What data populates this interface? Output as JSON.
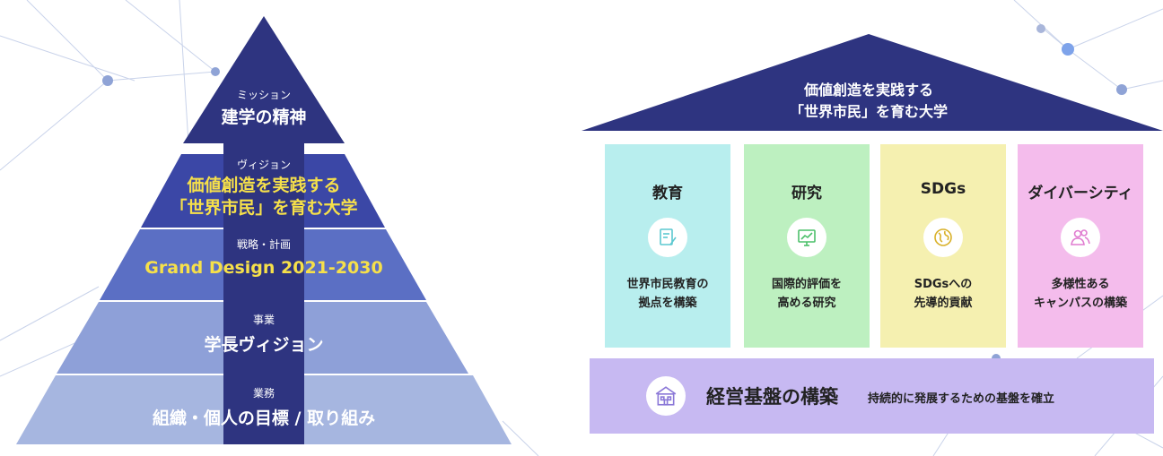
{
  "pyramid": {
    "mission": {
      "label": "ミッション",
      "title": "建学の精神"
    },
    "vision": {
      "label": "ヴィジョン",
      "line1": "価値創造を実践する",
      "line2": "「世界市民」を育む大学"
    },
    "strategy": {
      "label": "戦略・計画",
      "title": "Grand Design 2021-2030"
    },
    "business": {
      "label": "事業",
      "title": "学長ヴィジョン"
    },
    "work": {
      "label": "業務",
      "title": "組織・個人の目標 / 取り組み"
    }
  },
  "house": {
    "roof_line1": "価値創造を実践する",
    "roof_line2": "「世界市民」を育む大学",
    "pillars": [
      {
        "title": "教育",
        "icon": "notebook-pen-icon",
        "line1": "世界市民教育の",
        "line2": "拠点を構築",
        "color": "#b8eeee"
      },
      {
        "title": "研究",
        "icon": "chart-monitor-icon",
        "line1": "国際的評価を",
        "line2": "高める研究",
        "color": "#bdf0c0"
      },
      {
        "title": "SDGs",
        "icon": "globe-icon",
        "line1": "SDGsへの",
        "line2": "先導的貢献",
        "color": "#f5f0b0"
      },
      {
        "title": "ダイバーシティ",
        "icon": "people-icon",
        "line1": "多様性ある",
        "line2": "キャンパスの構築",
        "color": "#f4bcec"
      }
    ],
    "foundation": {
      "title": "経営基盤の構築",
      "subtitle": "持続的に発展するための基盤を確立",
      "icon": "building-icon"
    }
  },
  "colors": {
    "navy": "#2e3480",
    "yellow": "#f6e04a",
    "foundation": "#c7b9f2"
  }
}
